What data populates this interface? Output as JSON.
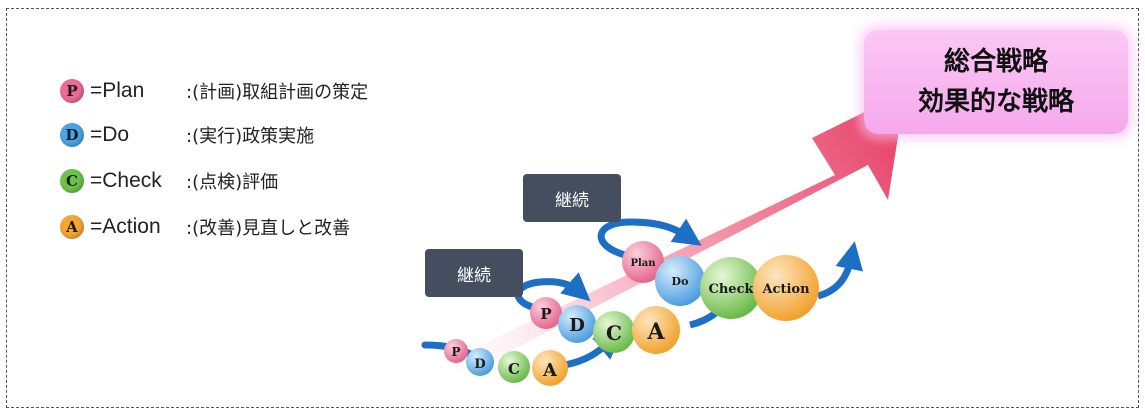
{
  "legend": [
    {
      "letter": "P",
      "code": "=Plan",
      "desc": ":(計画)取組計画の策定",
      "color": "#ec6a93"
    },
    {
      "letter": "D",
      "code": "=Do",
      "desc": ":(実行)政策実施",
      "color": "#4aa3e6"
    },
    {
      "letter": "C",
      "code": "=Check",
      "desc": ":(点検)評価",
      "color": "#6cc24a"
    },
    {
      "letter": "A",
      "code": "=Action",
      "desc": ":(改善)見直しと改善",
      "color": "#f6a531"
    }
  ],
  "goal": {
    "line1": "総合戦略",
    "line2": "効果的な戦略"
  },
  "continue_labels": {
    "upper": "継続",
    "lower": "継続"
  },
  "cycles": {
    "small": [
      "P",
      "D",
      "C",
      "A"
    ],
    "medium": [
      "P",
      "D",
      "C",
      "A"
    ],
    "large": [
      "Plan",
      "Do",
      "Check",
      "Action"
    ]
  },
  "colors": {
    "plan": "#ec6a93",
    "do": "#4aa3e6",
    "check": "#6cc24a",
    "action": "#f6a531",
    "arrow": "#e83e66",
    "loop": "#1c6fc4",
    "goal_bg": "#f7b3ef",
    "label_bg": "#444e5e"
  }
}
